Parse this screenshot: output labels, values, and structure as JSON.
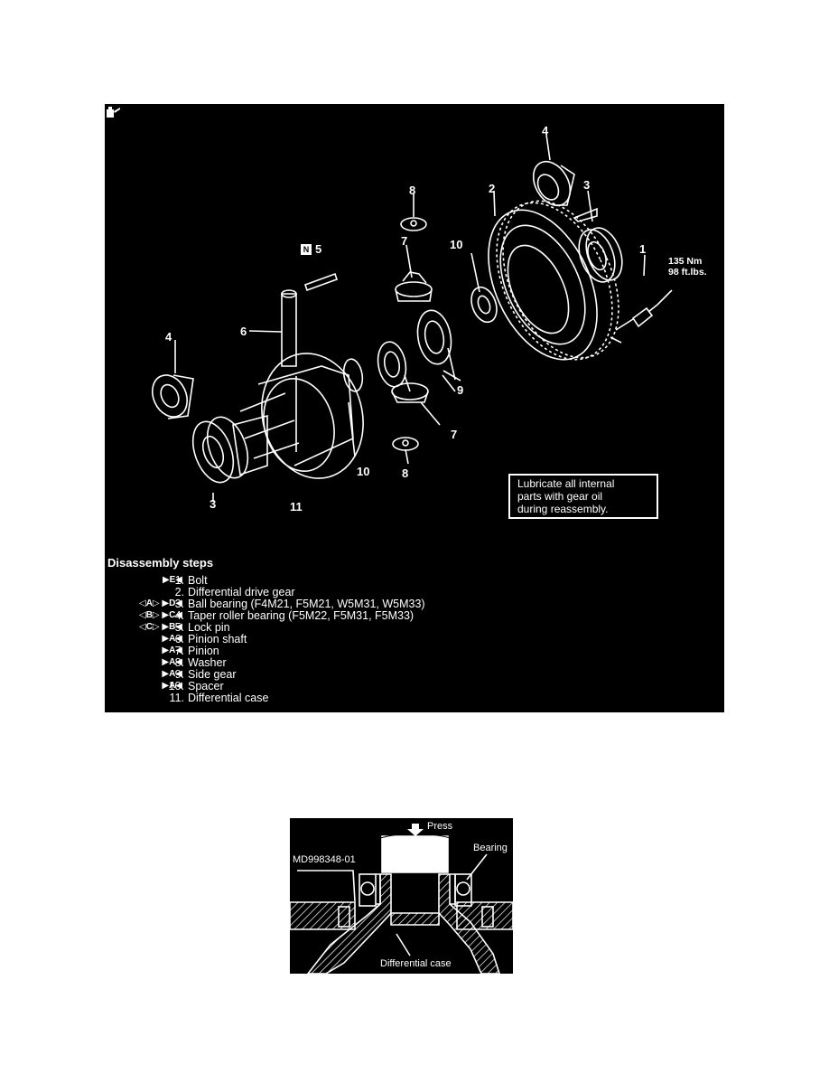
{
  "figure1": {
    "callouts": {
      "c1": "1",
      "c2": "2",
      "c3a": "3",
      "c3b": "3",
      "c4a": "4",
      "c4b": "4",
      "c5": "5",
      "c6": "6",
      "c7a": "7",
      "c7b": "7",
      "c8a": "8",
      "c8b": "8",
      "c9": "9",
      "c10a": "10",
      "c10b": "10",
      "c11": "11"
    },
    "n_badge": "N",
    "torque": {
      "line1": "135 Nm",
      "line2": "98 ft.lbs."
    },
    "lube_note": {
      "line1": "Lubricate all internal",
      "line2": "parts with gear oil",
      "line3": "during reassembly."
    },
    "steps_title": "Disassembly steps",
    "steps": [
      {
        "marks": "▶E◀",
        "num": "1.",
        "text": "Bolt"
      },
      {
        "marks": "",
        "num": "2.",
        "text": "Differential drive gear"
      },
      {
        "marks": "◁A▷ ▶D◀",
        "num": "3.",
        "text": "Ball bearing (F4M21, F5M21, W5M31, W5M33)"
      },
      {
        "marks": "◁B▷ ▶C◀",
        "num": "4.",
        "text": "Taper roller bearing (F5M22, F5M31, F5M33)"
      },
      {
        "marks": "◁C▷ ▶B◀",
        "num": "5.",
        "text": "Lock pin"
      },
      {
        "marks": "▶A◀",
        "num": "6.",
        "text": "Pinion shaft"
      },
      {
        "marks": "▶A◀",
        "num": "7.",
        "text": "Pinion"
      },
      {
        "marks": "▶A◀",
        "num": "8.",
        "text": "Washer"
      },
      {
        "marks": "▶A◀",
        "num": "9.",
        "text": "Side gear"
      },
      {
        "marks": "▶A◀",
        "num": "10.",
        "text": "Spacer"
      },
      {
        "marks": "",
        "num": "11.",
        "text": "Differential case"
      }
    ]
  },
  "figure2": {
    "press_label": "Press",
    "bearing_label": "Bearing",
    "tool_label": "MD998348-01",
    "case_label": "Differential case"
  }
}
